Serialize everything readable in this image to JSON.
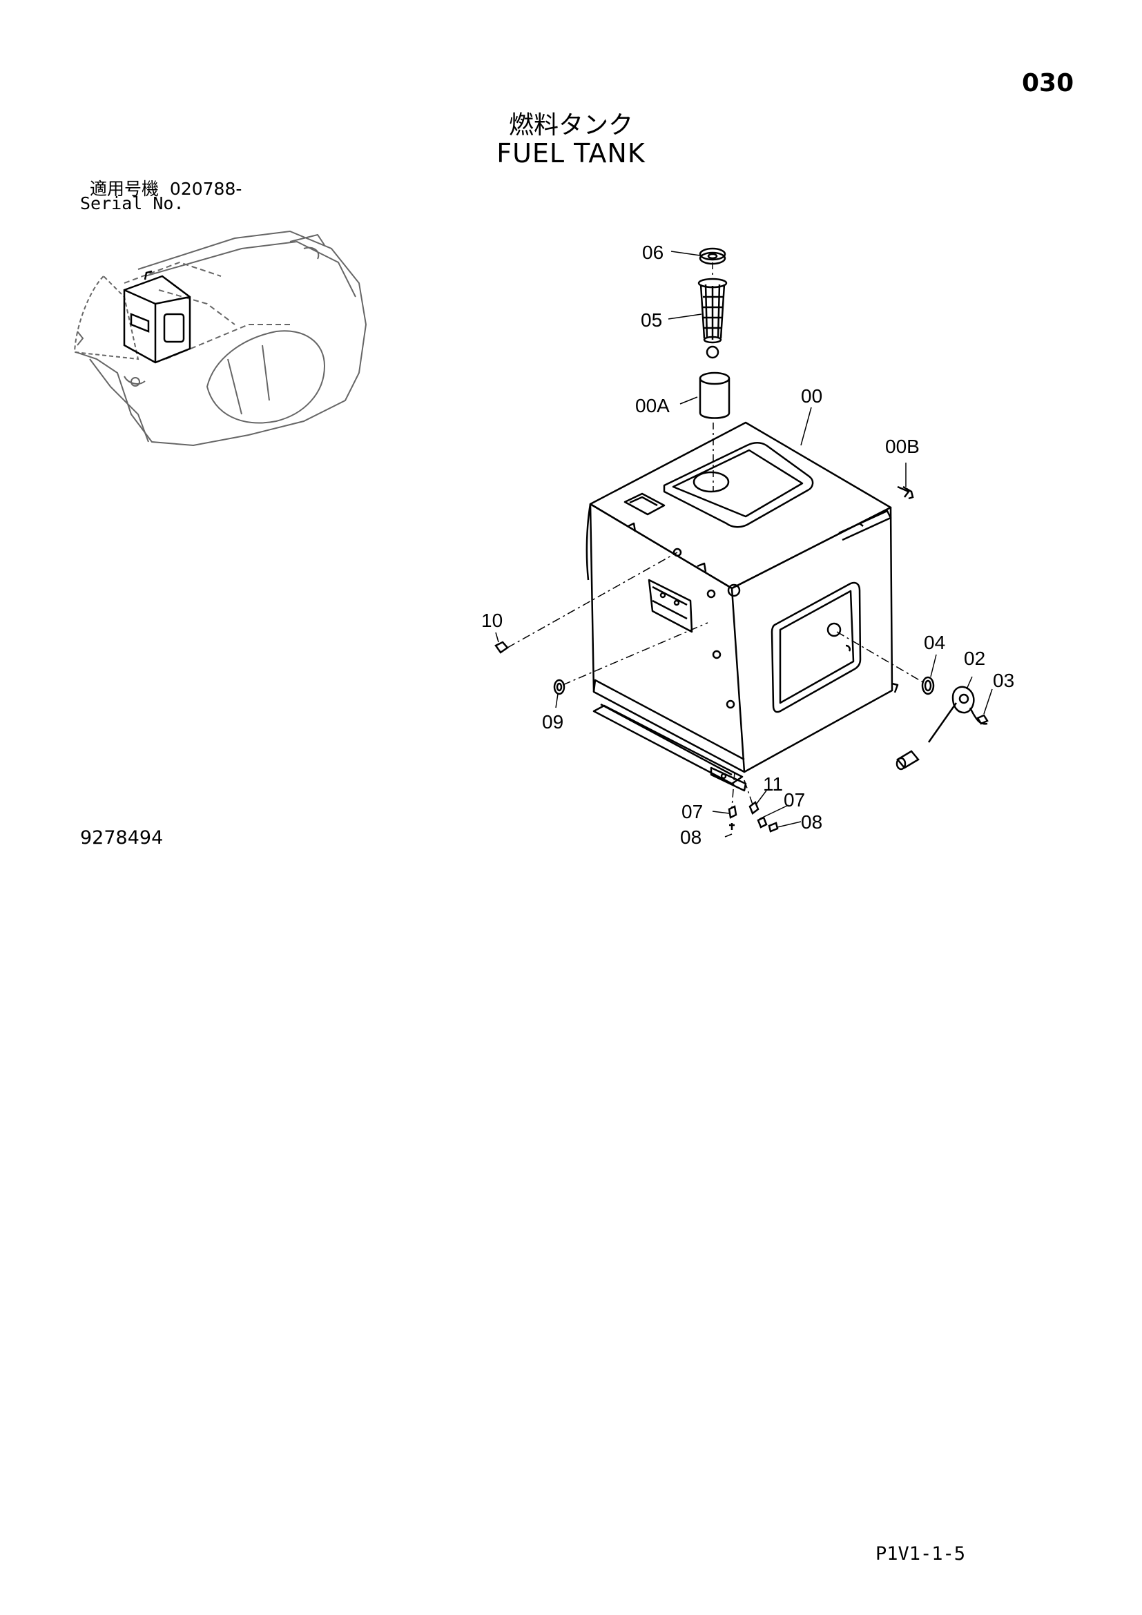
{
  "header": {
    "page_number": "030",
    "title_jp": "燃料タンク",
    "title_en": "FUEL TANK",
    "serial_label_jp": "適用号機",
    "serial_value": "020788-",
    "serial_label_en": "Serial No."
  },
  "footer": {
    "doc_number": "9278494",
    "sheet_code": "P1V1-1-5"
  },
  "callouts": [
    {
      "id": "c06a",
      "label": "06"
    },
    {
      "id": "c05",
      "label": "05"
    },
    {
      "id": "c00A",
      "label": "00A"
    },
    {
      "id": "c00",
      "label": "00"
    },
    {
      "id": "c00B",
      "label": "00B"
    },
    {
      "id": "c10",
      "label": "10"
    },
    {
      "id": "c09",
      "label": "09"
    },
    {
      "id": "c04",
      "label": "04"
    },
    {
      "id": "c02",
      "label": "02"
    },
    {
      "id": "c03",
      "label": "03"
    },
    {
      "id": "c11",
      "label": "11"
    },
    {
      "id": "c07a",
      "label": "07"
    },
    {
      "id": "c07b",
      "label": "07"
    },
    {
      "id": "c08a",
      "label": "08"
    },
    {
      "id": "c08b",
      "label": "08"
    }
  ]
}
